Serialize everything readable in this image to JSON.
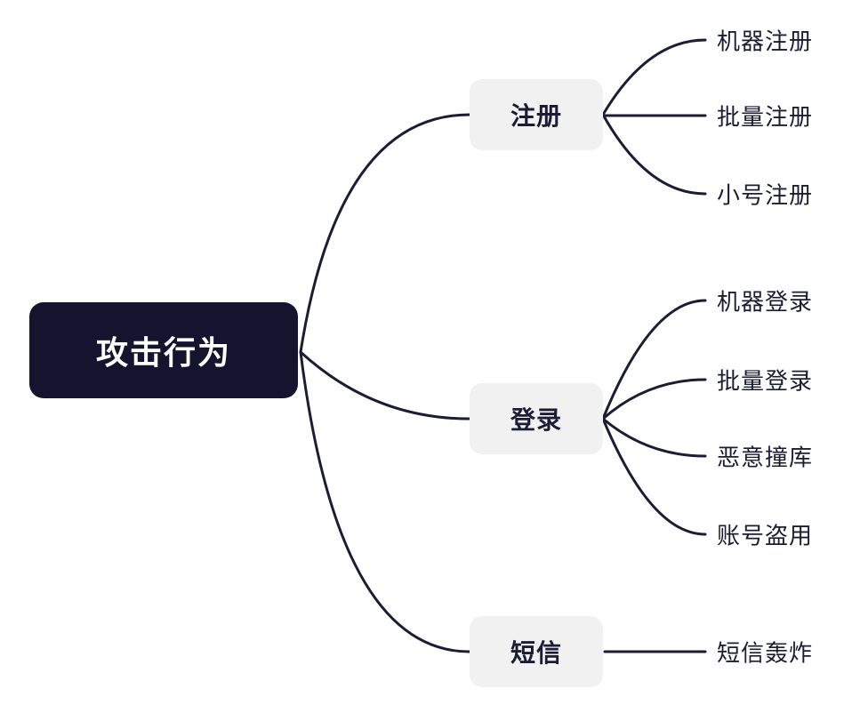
{
  "root": {
    "label": "攻击行为"
  },
  "branches": [
    {
      "label": "注册",
      "children": [
        "机器注册",
        "批量注册",
        "小号注册"
      ]
    },
    {
      "label": "登录",
      "children": [
        "机器登录",
        "批量登录",
        "恶意撞库",
        "账号盗用"
      ]
    },
    {
      "label": "短信",
      "children": [
        "短信轰炸"
      ]
    }
  ],
  "colors": {
    "root_bg": "#14142e",
    "root_text": "#ffffff",
    "branch_bg": "#f1f1f2",
    "ink": "#1c1c34",
    "canvas_bg": "#ffffff"
  }
}
